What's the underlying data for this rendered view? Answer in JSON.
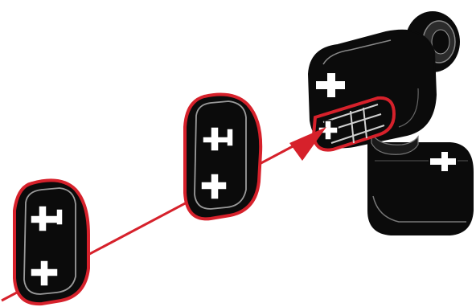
{
  "diagram": {
    "kind": "assembly-instruction",
    "parts": [
      {
        "id": "part-a",
        "name": "beam-2-axle-hole"
      },
      {
        "id": "part-b",
        "name": "beam-2-axle-hole"
      },
      {
        "id": "assembly",
        "name": "motor-with-axle"
      }
    ],
    "colors": {
      "part_fill": "#0b0b0b",
      "part_edge": "#7a7a7a",
      "highlight": "#d6212b",
      "background": "#ffffff"
    }
  }
}
